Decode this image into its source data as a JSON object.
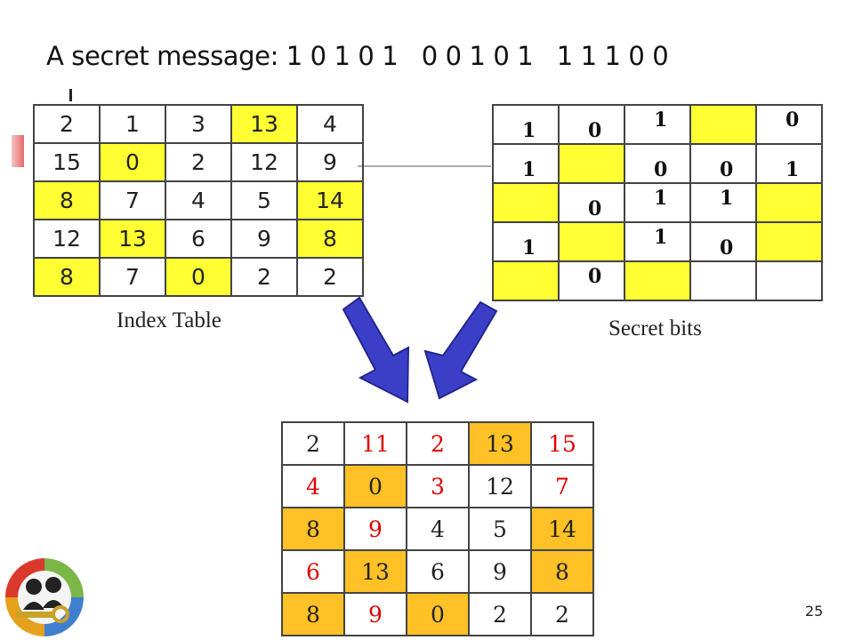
{
  "slide": {
    "title": "A secret message: 1 0 1 0 1   0 0 1 0 1   1 1 1 0 0",
    "page_number": "25"
  },
  "index_table": {
    "caption": "Index Table",
    "rows": [
      [
        {
          "v": "2",
          "hl": ""
        },
        {
          "v": "1",
          "hl": ""
        },
        {
          "v": "3",
          "hl": ""
        },
        {
          "v": "13",
          "hl": "y"
        },
        {
          "v": "4",
          "hl": ""
        }
      ],
      [
        {
          "v": "15",
          "hl": ""
        },
        {
          "v": "0",
          "hl": "y"
        },
        {
          "v": "2",
          "hl": ""
        },
        {
          "v": "12",
          "hl": ""
        },
        {
          "v": "9",
          "hl": ""
        }
      ],
      [
        {
          "v": "8",
          "hl": "y"
        },
        {
          "v": "7",
          "hl": ""
        },
        {
          "v": "4",
          "hl": ""
        },
        {
          "v": "5",
          "hl": ""
        },
        {
          "v": "14",
          "hl": "y"
        }
      ],
      [
        {
          "v": "12",
          "hl": ""
        },
        {
          "v": "13",
          "hl": "y"
        },
        {
          "v": "6",
          "hl": ""
        },
        {
          "v": "9",
          "hl": ""
        },
        {
          "v": "8",
          "hl": "y"
        }
      ],
      [
        {
          "v": "8",
          "hl": "y"
        },
        {
          "v": "7",
          "hl": ""
        },
        {
          "v": "0",
          "hl": "y"
        },
        {
          "v": "2",
          "hl": ""
        },
        {
          "v": "2",
          "hl": ""
        }
      ]
    ]
  },
  "secret_bits": {
    "caption": "Secret bits",
    "rows": [
      [
        {
          "v": "1",
          "hl": "",
          "pos": "bl"
        },
        {
          "v": "0",
          "hl": "",
          "pos": "bl"
        },
        {
          "v": "1",
          "hl": "",
          "pos": "tl"
        },
        {
          "v": "",
          "hl": "y",
          "pos": ""
        },
        {
          "v": "0",
          "hl": "",
          "pos": "tl"
        }
      ],
      [
        {
          "v": "1",
          "hl": "",
          "pos": "bl"
        },
        {
          "v": "",
          "hl": "y",
          "pos": ""
        },
        {
          "v": "0",
          "hl": "",
          "pos": "bl"
        },
        {
          "v": "0",
          "hl": "",
          "pos": "bl"
        },
        {
          "v": "1",
          "hl": "",
          "pos": "bl"
        }
      ],
      [
        {
          "v": "",
          "hl": "y",
          "pos": ""
        },
        {
          "v": "0",
          "hl": "",
          "pos": "bl"
        },
        {
          "v": "1",
          "hl": "",
          "pos": "tl"
        },
        {
          "v": "1",
          "hl": "",
          "pos": "tl"
        },
        {
          "v": "",
          "hl": "y",
          "pos": ""
        }
      ],
      [
        {
          "v": "1",
          "hl": "",
          "pos": "bl"
        },
        {
          "v": "",
          "hl": "y",
          "pos": ""
        },
        {
          "v": "1",
          "hl": "",
          "pos": "tl"
        },
        {
          "v": "0",
          "hl": "",
          "pos": "bl"
        },
        {
          "v": "",
          "hl": "y",
          "pos": ""
        }
      ],
      [
        {
          "v": "",
          "hl": "y",
          "pos": ""
        },
        {
          "v": "0",
          "hl": "",
          "pos": "tl"
        },
        {
          "v": "",
          "hl": "y",
          "pos": ""
        },
        {
          "v": "",
          "hl": "",
          "pos": ""
        },
        {
          "v": "",
          "hl": "",
          "pos": ""
        }
      ]
    ]
  },
  "result_table": {
    "rows": [
      [
        {
          "v": "2",
          "hl": "",
          "red": false
        },
        {
          "v": "11",
          "hl": "",
          "red": true
        },
        {
          "v": "2",
          "hl": "",
          "red": true
        },
        {
          "v": "13",
          "hl": "o",
          "red": false
        },
        {
          "v": "15",
          "hl": "",
          "red": true
        }
      ],
      [
        {
          "v": "4",
          "hl": "",
          "red": true
        },
        {
          "v": "0",
          "hl": "o",
          "red": false
        },
        {
          "v": "3",
          "hl": "",
          "red": true
        },
        {
          "v": "12",
          "hl": "",
          "red": false
        },
        {
          "v": "7",
          "hl": "",
          "red": true
        }
      ],
      [
        {
          "v": "8",
          "hl": "o",
          "red": false
        },
        {
          "v": "9",
          "hl": "",
          "red": true
        },
        {
          "v": "4",
          "hl": "",
          "red": false
        },
        {
          "v": "5",
          "hl": "",
          "red": false
        },
        {
          "v": "14",
          "hl": "o",
          "red": false
        }
      ],
      [
        {
          "v": "6",
          "hl": "",
          "red": true
        },
        {
          "v": "13",
          "hl": "o",
          "red": false
        },
        {
          "v": "6",
          "hl": "",
          "red": false
        },
        {
          "v": "9",
          "hl": "",
          "red": false
        },
        {
          "v": "8",
          "hl": "o",
          "red": false
        }
      ],
      [
        {
          "v": "8",
          "hl": "o",
          "red": false
        },
        {
          "v": "9",
          "hl": "",
          "red": true
        },
        {
          "v": "0",
          "hl": "o",
          "red": false
        },
        {
          "v": "2",
          "hl": "",
          "red": false
        },
        {
          "v": "2",
          "hl": "",
          "red": false
        }
      ]
    ]
  },
  "colors": {
    "highlight_yellow": "#ffff33",
    "highlight_orange": "#ffc125",
    "changed_value_red": "#e00000",
    "arrow_blue": "#3b3fc8"
  },
  "icons": {
    "arrows": "down-arrow-icon",
    "logo": "logo-icon"
  }
}
